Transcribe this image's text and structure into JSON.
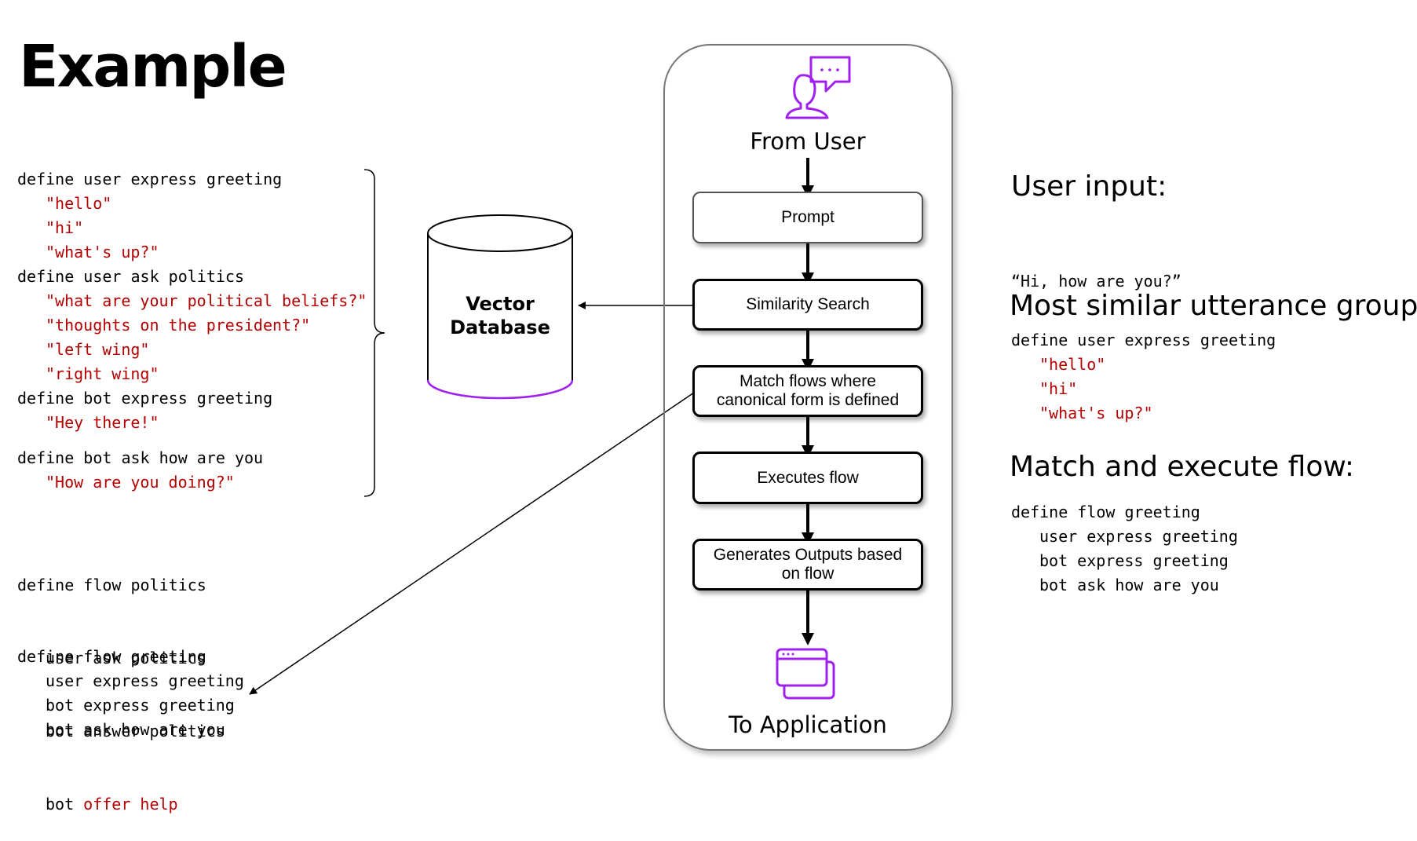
{
  "title": "Example",
  "left_code": {
    "block1": [
      {
        "text": "define user express greeting",
        "red": false,
        "indent": false
      },
      {
        "text": "\"hello\"",
        "red": true,
        "indent": true
      },
      {
        "text": "\"hi\"",
        "red": true,
        "indent": true
      },
      {
        "text": "\"what's up?\"",
        "red": true,
        "indent": true
      },
      {
        "text": "define user ask politics",
        "red": false,
        "indent": false
      },
      {
        "text": "\"what are your political beliefs?\"",
        "red": true,
        "indent": true
      },
      {
        "text": "\"thoughts on the president?\"",
        "red": true,
        "indent": true
      },
      {
        "text": "\"left wing\"",
        "red": true,
        "indent": true
      },
      {
        "text": "\"right wing\"",
        "red": true,
        "indent": true
      },
      {
        "text": "define bot express greeting",
        "red": false,
        "indent": false
      },
      {
        "text": "\"Hey there!\"",
        "red": true,
        "indent": true
      }
    ],
    "block2": [
      {
        "text": "define bot ask how are you",
        "red": false,
        "indent": false
      },
      {
        "text": "\"How are you doing?\"",
        "red": true,
        "indent": true
      }
    ],
    "flow_politics": {
      "define": "define flow politics",
      "line1": "user ask politics",
      "line2": "bot answer politics",
      "line3_prefix": "bot ",
      "line3_red": "offer help"
    },
    "flow_greeting": [
      "define flow greeting",
      "user express greeting",
      "bot express greeting",
      "bot ask how are you"
    ]
  },
  "database": {
    "line1": "Vector",
    "line2": "Database"
  },
  "pipeline": {
    "from_label": "From User",
    "to_label": "To Application",
    "steps": [
      "Prompt",
      "Similarity Search",
      "Match flows where canonical form is defined",
      "Executes flow",
      "Generates Outputs based on flow"
    ],
    "accent_color": "#a020f0"
  },
  "right_panel": {
    "user_input_heading": "User input:",
    "user_input_value": "“Hi, how are you?”",
    "similar_heading": "Most similar utterance group:",
    "similar_code": [
      {
        "text": "define user express greeting",
        "red": false,
        "indent": false
      },
      {
        "text": "\"hello\"",
        "red": true,
        "indent": true
      },
      {
        "text": "\"hi\"",
        "red": true,
        "indent": true
      },
      {
        "text": "\"what's up?\"",
        "red": true,
        "indent": true
      }
    ],
    "execute_heading": "Match and execute flow:",
    "execute_code": [
      {
        "text": "define flow greeting",
        "indent": false
      },
      {
        "text": "user express greeting",
        "indent": true
      },
      {
        "text": "bot express greeting",
        "indent": true
      },
      {
        "text": "bot ask how are you",
        "indent": true
      }
    ]
  },
  "colors": {
    "code_red": "#b30000",
    "accent_purple": "#a020f0"
  }
}
